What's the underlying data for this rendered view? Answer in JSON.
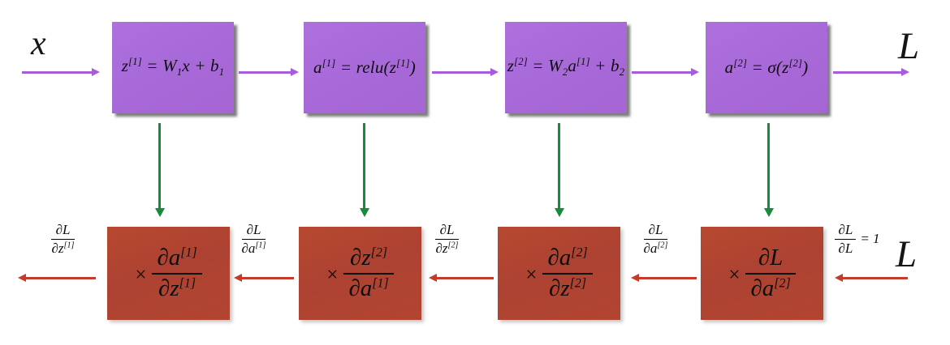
{
  "diagram": {
    "input_label": "x",
    "loss_label_top": "L",
    "loss_label_bottom": "L",
    "forward_boxes": [
      {
        "formula": "z^{[1]} = W_{1}x + b_{1}"
      },
      {
        "formula": "a^{[1]} = relu(z^{[1]})"
      },
      {
        "formula": "z^{[2]} = W_{2}a^{[1]} + b_{2}"
      },
      {
        "formula": "a^{[2]} = σ(z^{[2]})"
      }
    ],
    "backward_boxes": [
      {
        "times": "×",
        "num": "∂a^{[1]}",
        "den": "∂z^{[1]}"
      },
      {
        "times": "×",
        "num": "∂z^{[2]}",
        "den": "∂a^{[1]}"
      },
      {
        "times": "×",
        "num": "∂a^{[2]}",
        "den": "∂z^{[2]}"
      },
      {
        "times": "×",
        "num": "∂L",
        "den": "∂a^{[2]}"
      }
    ],
    "gradient_labels": [
      {
        "num": "∂L",
        "den": "∂z^{[1]}",
        "suffix": ""
      },
      {
        "num": "∂L",
        "den": "∂a^{[1]}",
        "suffix": ""
      },
      {
        "num": "∂L",
        "den": "∂z^{[2]}",
        "suffix": ""
      },
      {
        "num": "∂L",
        "den": "∂a^{[2]}",
        "suffix": ""
      },
      {
        "num": "∂L",
        "den": "∂L",
        "suffix": "= 1"
      }
    ],
    "colors": {
      "forward_box_fill": "#AA6CDA",
      "forward_arrow": "#A75CDB",
      "backward_box_fill": "#B2432F",
      "backward_arrow": "#C53A2B",
      "activation_arrow": "#148C3C",
      "text": "#111111",
      "background": "#FFFFFF"
    }
  }
}
